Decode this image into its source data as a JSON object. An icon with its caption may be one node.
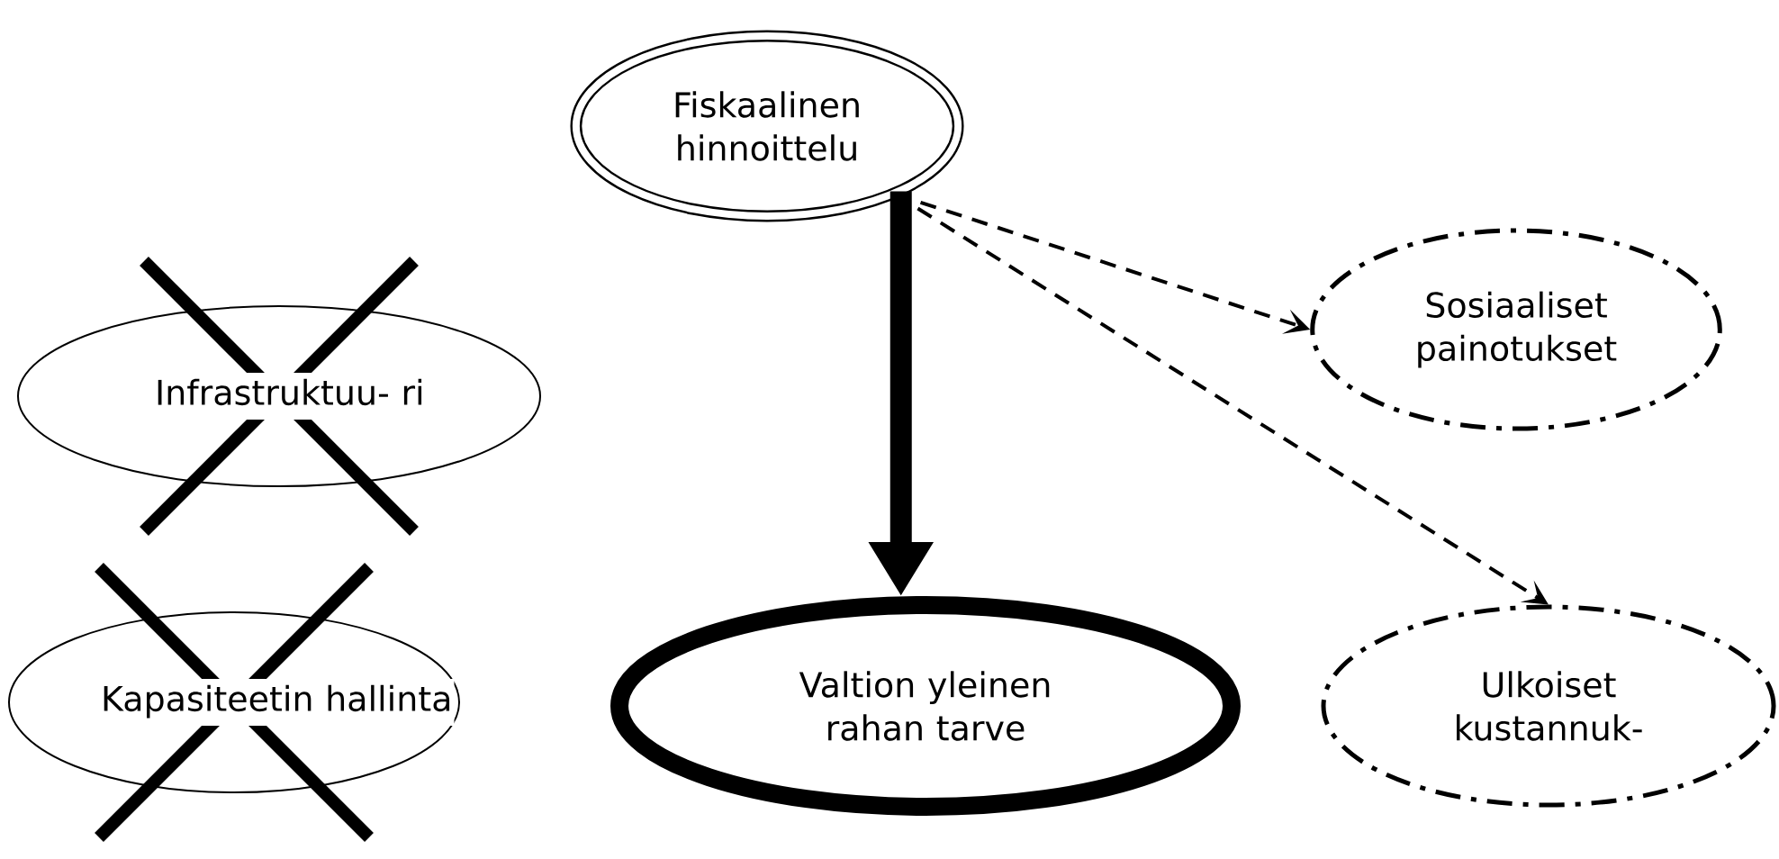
{
  "diagram": {
    "nodes": [
      {
        "text": [
          "Fiskaalinen hinnoittelu"
        ]
      },
      {
        "text": [
          "Sosiaaliset painotukset"
        ]
      },
      {
        "text": [
          "Infrastruktuu- ri"
        ]
      },
      {
        "text": [
          "Kapasiteetin hallinta"
        ]
      },
      {
        "text": [
          "Valtion yleinen rahan tarve"
        ]
      },
      {
        "text": [
          "Ulkoiset kustannuk-"
        ]
      }
    ],
    "edges": [
      {
        "from": 0,
        "to": 4,
        "arrow": "to",
        "style": "thick"
      },
      {
        "from": 0,
        "to": 1,
        "arrow": "to",
        "style": "dashed"
      },
      {
        "from": 0,
        "to": 5,
        "arrow": "to",
        "style": "dashed"
      }
    ]
  }
}
